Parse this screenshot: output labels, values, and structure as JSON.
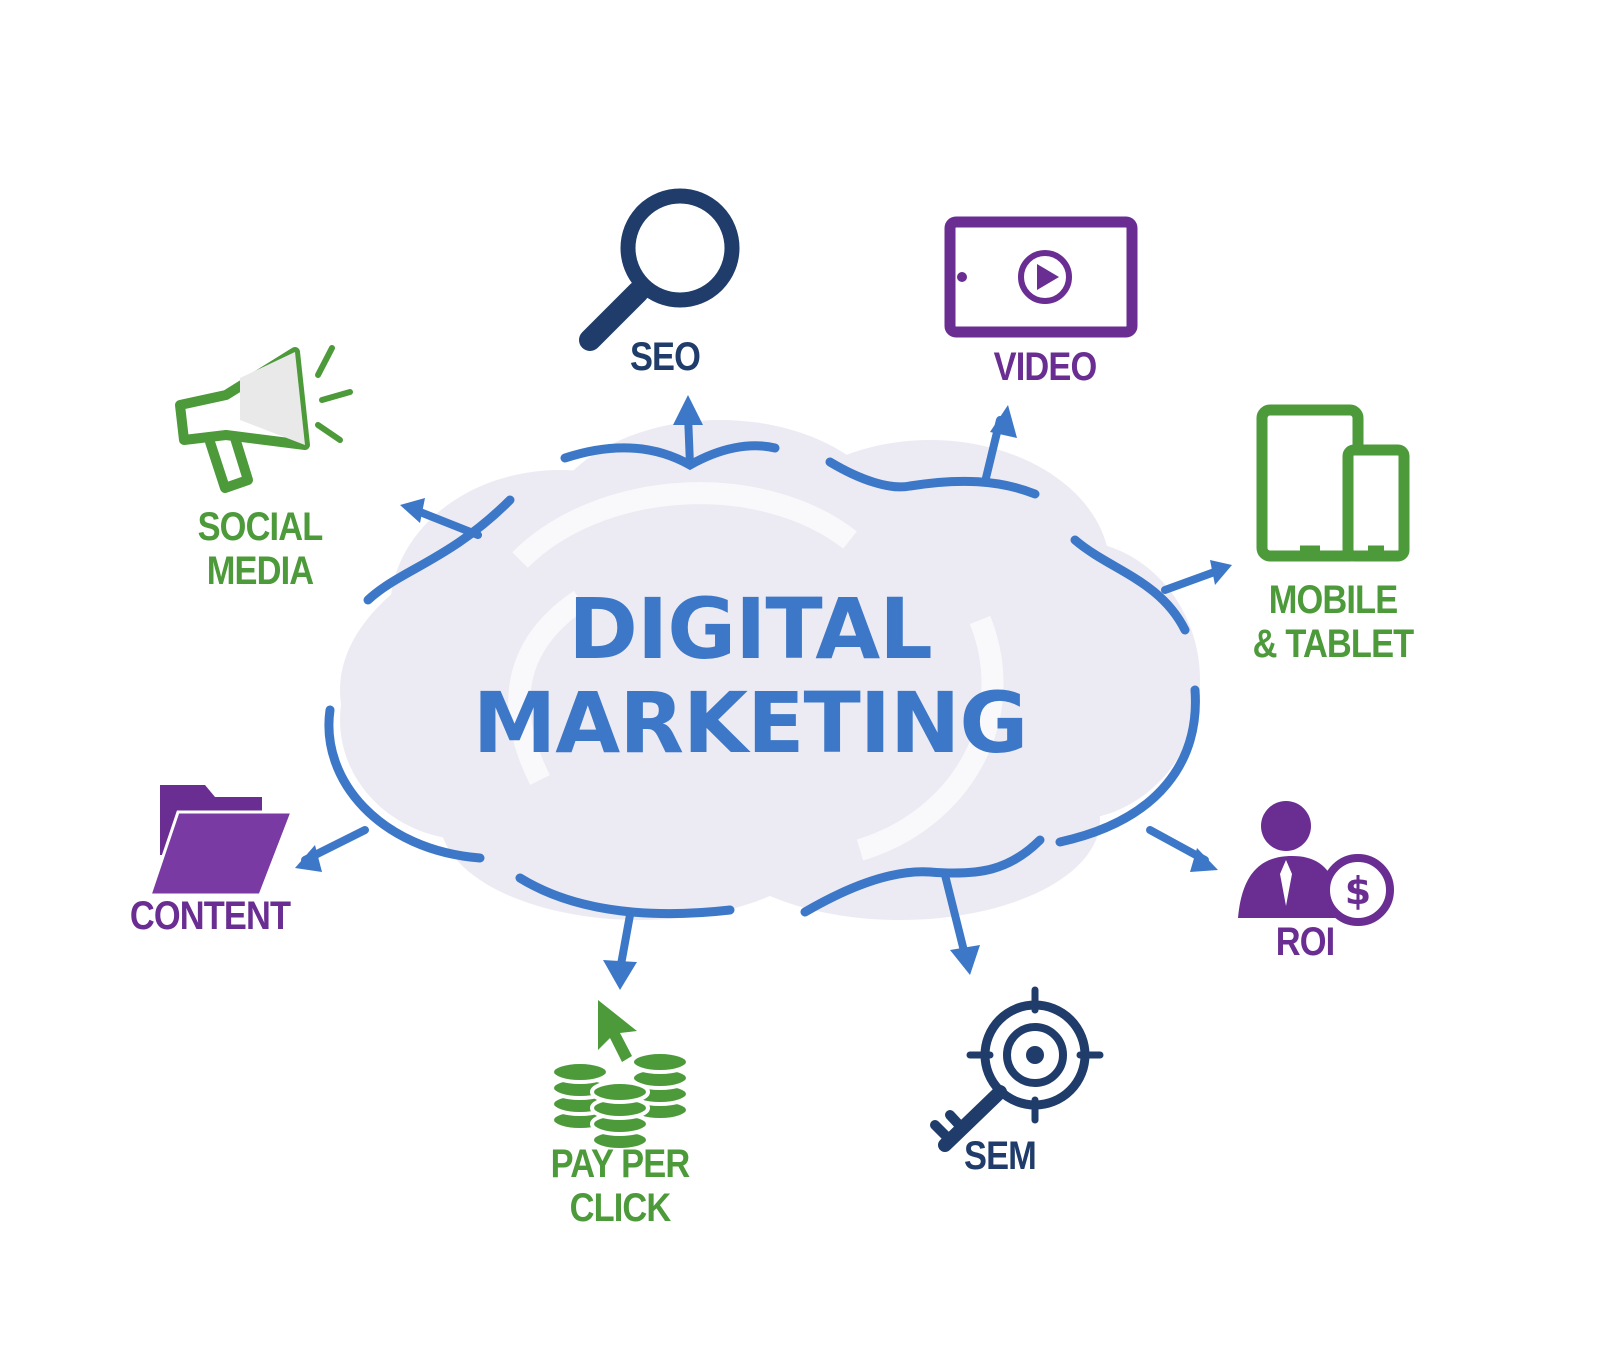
{
  "colors": {
    "green": "#4c9a3a",
    "purple": "#6a2d92",
    "navy": "#1f3c6a",
    "blue": "#3d78c8",
    "cloud": "#e7e6ef"
  },
  "center": {
    "line1": "DIGITAL",
    "line2": "MARKETING"
  },
  "items": [
    {
      "id": "seo",
      "lines": [
        "SEO"
      ],
      "color": "navy",
      "icon": "magnifier-icon"
    },
    {
      "id": "video",
      "lines": [
        "VIDEO"
      ],
      "color": "purple",
      "icon": "video-tablet-icon"
    },
    {
      "id": "mobile",
      "lines": [
        "MOBILE",
        "& TABLET"
      ],
      "color": "green",
      "icon": "mobile-tablet-icon"
    },
    {
      "id": "roi",
      "lines": [
        "ROI"
      ],
      "color": "purple",
      "icon": "businessman-dollar-icon"
    },
    {
      "id": "sem",
      "lines": [
        "SEM"
      ],
      "color": "navy",
      "icon": "target-key-icon"
    },
    {
      "id": "ppc",
      "lines": [
        "PAY PER",
        "CLICK"
      ],
      "color": "green",
      "icon": "coins-cursor-icon"
    },
    {
      "id": "content",
      "lines": [
        "CONTENT"
      ],
      "color": "purple",
      "icon": "folder-icon"
    },
    {
      "id": "social",
      "lines": [
        "SOCIAL",
        "MEDIA"
      ],
      "color": "green",
      "icon": "megaphone-icon"
    }
  ]
}
